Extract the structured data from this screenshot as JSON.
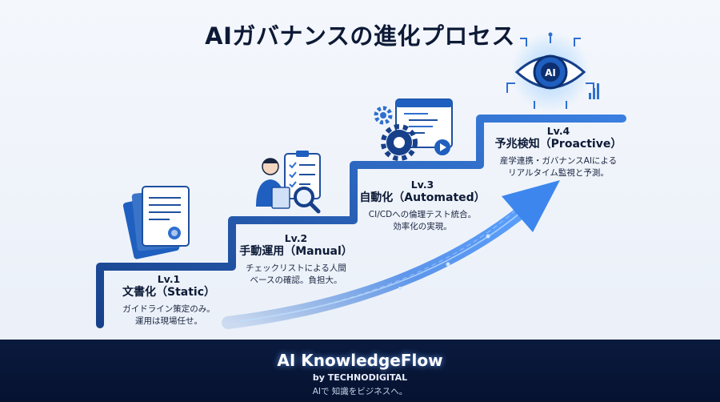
{
  "title": "AIガバナンスの進化プロセス",
  "levels": [
    {
      "num": "Lv.1",
      "name": "文書化（Static）",
      "desc1": "ガイドライン策定のみ。",
      "desc2": "運用は現場任せ。",
      "icon": "document-icon"
    },
    {
      "num": "Lv.2",
      "name": "手動運用（Manual）",
      "desc1": "チェックリストによる人間",
      "desc2": "ベースの確認。負担大。",
      "icon": "person-checklist-icon"
    },
    {
      "num": "Lv.3",
      "name": "自動化（Automated）",
      "desc1": "CI/CDへの倫理テスト統合。",
      "desc2": "効率化の実現。",
      "icon": "gear-code-icon"
    },
    {
      "num": "Lv.4",
      "name": "予兆検知（Proactive）",
      "desc1": "産学連携・ガバナンスAIによる",
      "desc2": "リアルタイム監視と予測。",
      "icon": "ai-eye-icon"
    }
  ],
  "eye_label": "AI",
  "footer": {
    "brand": "AI KnowledgeFlow",
    "by": "by TECHNODIGITAL",
    "tagline": "AIで 知識をビジネスへ。"
  },
  "colors": {
    "accent": "#1f5fbf",
    "dark": "#0a1a3e",
    "light": "#4a8ff0"
  }
}
